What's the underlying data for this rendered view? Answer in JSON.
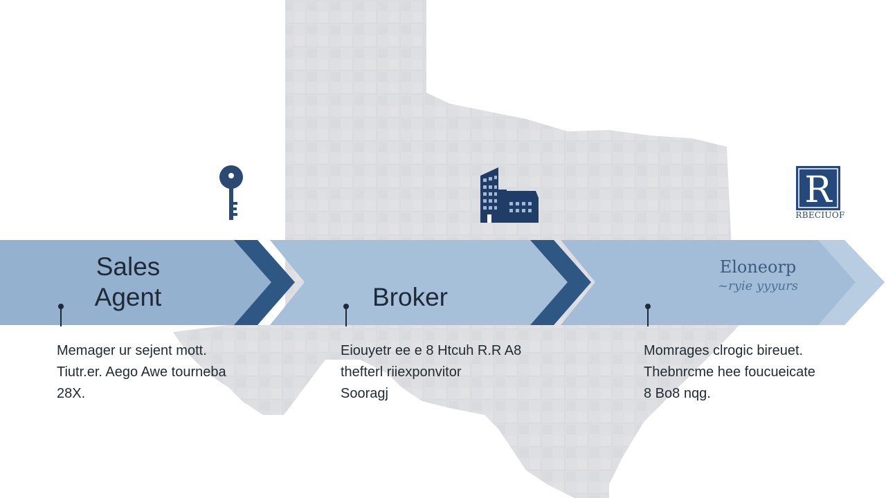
{
  "colors": {
    "band_light": "#9bb7d3",
    "band_mid": "#a9c2dc",
    "chevron_dark": "#2f5784",
    "icon_navy": "#1f3d66",
    "map_gray": "#d9dadc",
    "text_dark": "#1e2a36"
  },
  "icons": {
    "stage1": "key-icon",
    "stage2": "building-icon",
    "stage3": "r-logo-icon"
  },
  "logo": {
    "letter": "R",
    "caption": "RBECIUOF"
  },
  "stages": [
    {
      "title_line1": "Sales",
      "title_line2": "Agent",
      "desc": [
        "Memager ur sejent mott.",
        "Tiutr.er. Aego Awe tourneba",
        "28X."
      ]
    },
    {
      "title": "Broker",
      "desc": [
        "Eiouyetr ee e 8 Htcuh  R.R A8",
        "thefterl riiexponvitor",
        "Sooragj"
      ]
    },
    {
      "title_line1": "Eloneorp",
      "title_line2": "~ryie yyyurs",
      "desc": [
        "Momrages clrogic bireuet.",
        "Thebnrcme hee  foucueicate",
        "8 Bo8 nqg."
      ]
    }
  ]
}
